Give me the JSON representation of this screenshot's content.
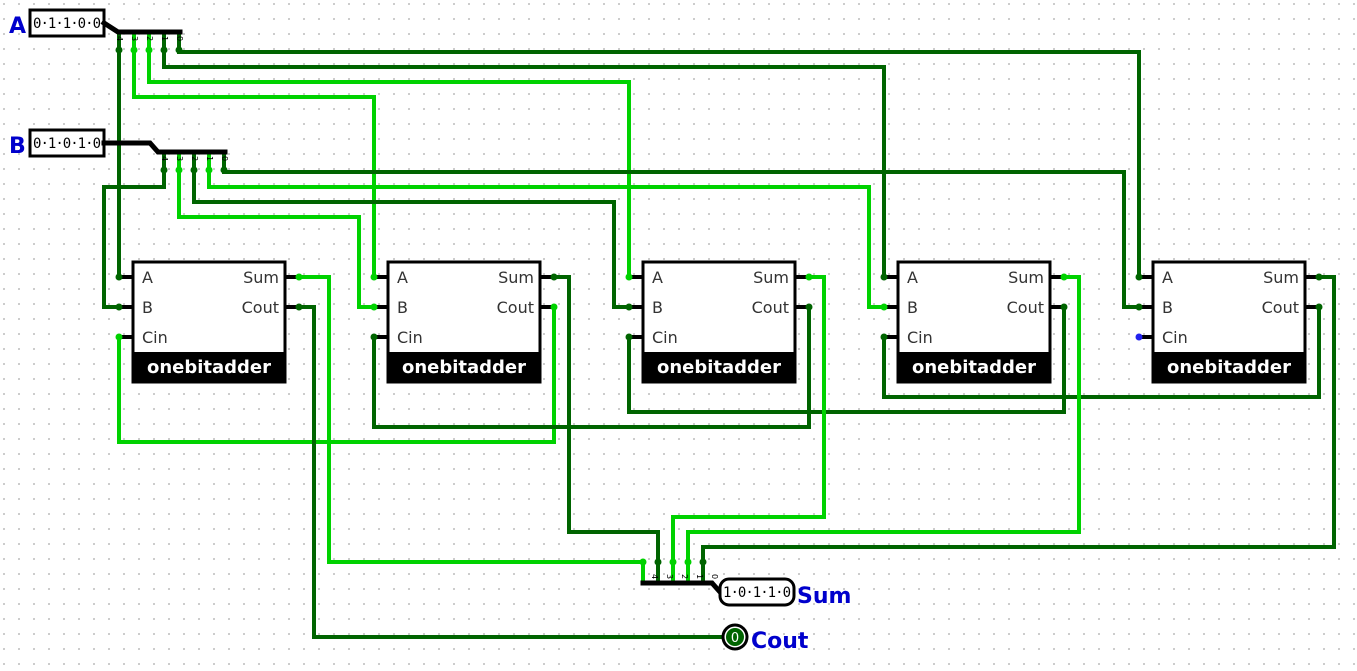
{
  "inputs": {
    "A": {
      "label": "A",
      "bits": "0·1·1·0·0"
    },
    "B": {
      "label": "B",
      "bits": "0·1·0·1·0"
    }
  },
  "outputs": {
    "Sum": {
      "label": "Sum",
      "bits": "1·0·1·1·0"
    },
    "Cout": {
      "label": "Cout",
      "value": "0"
    }
  },
  "splitter_indices": [
    "4",
    "3",
    "2",
    "1",
    "0"
  ],
  "adders": [
    {
      "title": "onebitadder",
      "pins": {
        "a": "A",
        "b": "B",
        "cin": "Cin",
        "sum": "Sum",
        "cout": "Cout"
      }
    },
    {
      "title": "onebitadder",
      "pins": {
        "a": "A",
        "b": "B",
        "cin": "Cin",
        "sum": "Sum",
        "cout": "Cout"
      }
    },
    {
      "title": "onebitadder",
      "pins": {
        "a": "A",
        "b": "B",
        "cin": "Cin",
        "sum": "Sum",
        "cout": "Cout"
      }
    },
    {
      "title": "onebitadder",
      "pins": {
        "a": "A",
        "b": "B",
        "cin": "Cin",
        "sum": "Sum",
        "cout": "Cout"
      }
    },
    {
      "title": "onebitadder",
      "pins": {
        "a": "A",
        "b": "B",
        "cin": "Cin",
        "sum": "Sum",
        "cout": "Cout"
      }
    }
  ],
  "colors": {
    "wire_high": "#00d200",
    "wire_low": "#006400",
    "wire_unknown": "#2222ee",
    "bus": "#000000",
    "io_label": "#0000cc"
  }
}
